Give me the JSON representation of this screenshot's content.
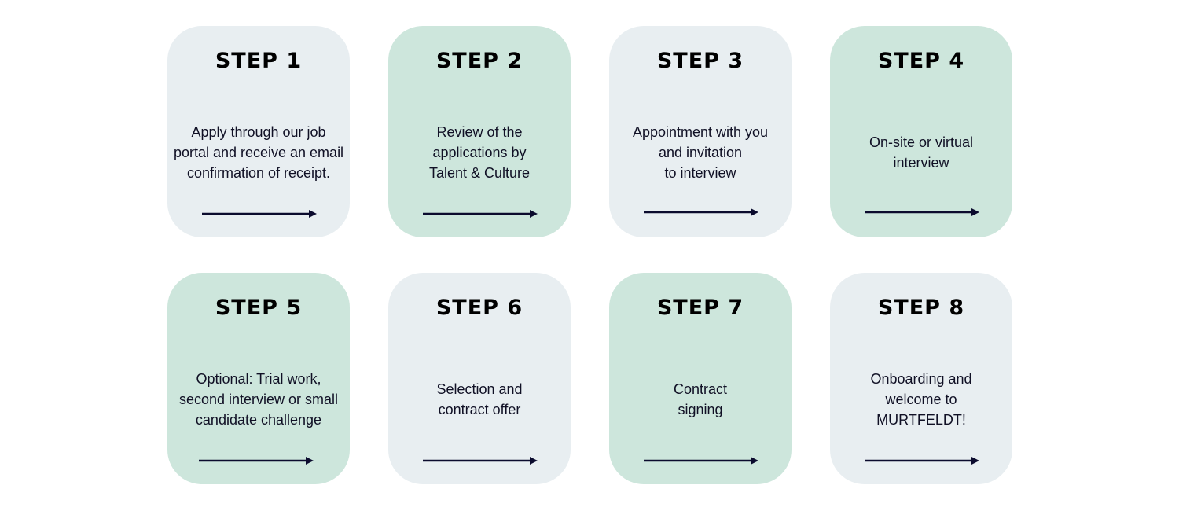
{
  "colors": {
    "card_gray": "#e8eef1",
    "card_green": "#cde6dc",
    "arrow": "#0b0b2e"
  },
  "steps": [
    {
      "title": "STEP 1",
      "text": "Apply through our job\nportal and receive an email\nconfirmation of receipt.",
      "tone": "gray"
    },
    {
      "title": "STEP 2",
      "text": "Review of the\napplications by\nTalent & Culture",
      "tone": "green"
    },
    {
      "title": "STEP 3",
      "text": "Appointment with you\nand invitation\nto interview",
      "tone": "gray"
    },
    {
      "title": "STEP 4",
      "text": "On-site or virtual\ninterview",
      "tone": "green"
    },
    {
      "title": "STEP 5",
      "text": "Optional: Trial work,\nsecond interview or small\ncandidate challenge",
      "tone": "green"
    },
    {
      "title": "STEP 6",
      "text": "Selection and\ncontract offer",
      "tone": "gray"
    },
    {
      "title": "STEP 7",
      "text": "Contract\nsigning",
      "tone": "green"
    },
    {
      "title": "STEP 8",
      "text": "Onboarding and\nwelcome to\nMURTFELDT!",
      "tone": "gray"
    }
  ],
  "icons": {
    "arrow": "arrow-right-icon"
  }
}
